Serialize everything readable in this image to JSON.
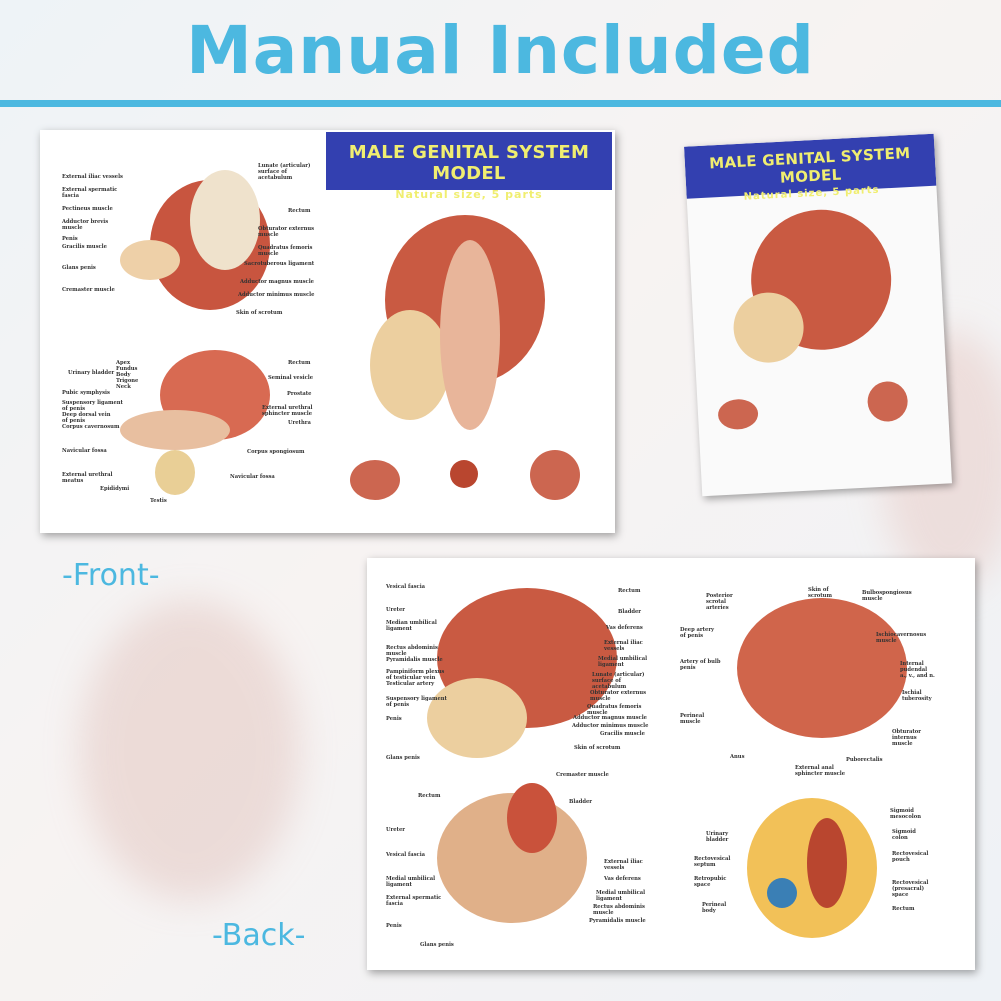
{
  "title": "Manual Included",
  "front_label": "-Front-",
  "back_label": "-Back-",
  "colors": {
    "accent": "#4cb8e0",
    "banner_bg": "#3340b0",
    "banner_text": "#f0ee70"
  },
  "front_page": {
    "banner_title": "MALE GENITAL SYSTEM MODEL",
    "banner_subtitle": "Natural size, 5 parts",
    "labels": [
      "External iliac vessels",
      "External spermatic\nfascia",
      "Pectineus muscle",
      "Adductor brevis\nmuscle",
      "Penis",
      "Gracilis muscle",
      "Glans penis",
      "Cremaster muscle",
      "Lunate (articular)\nsurface of\nacetabulum",
      "Rectum",
      "Obturator externus\nmuscle",
      "Quadratus femoris\nmuscle",
      "Sacrotuberous ligament",
      "Adductor magnus muscle",
      "Adductor minimus muscle",
      "Skin of scrotum",
      "Urinary bladder",
      "Apex\nFundus\nBody\nTrigone\nNeck",
      "Pubic symphysis",
      "Suspensory ligament\nof penis",
      "Deep dorsal vein\nof penis",
      "Corpus cavernosum",
      "Navicular fossa",
      "External urethral\nmeatus",
      "Epididymi",
      "Testis",
      "Rectum",
      "Seminal vesicle",
      "Prostate",
      "External urethral\nsphincter muscle",
      "Urethra",
      "Corpus spongiosum",
      "Navicular fossa"
    ]
  },
  "cover": {
    "banner_title": "MALE GENITAL SYSTEM MODEL",
    "banner_subtitle": "Natural size, 5 parts"
  },
  "back_page": {
    "labels": [
      "Vesical fascia",
      "Ureter",
      "Median umbilical\nligament",
      "Rectus abdominis\nmuscle",
      "Pyramidalis muscle",
      "Pampiniform plexus\nof testicular vein",
      "Testicular artery",
      "Suspensory ligament\nof penis",
      "Penis",
      "Glans penis",
      "Rectum",
      "Bladder",
      "Vas deferens",
      "External iliac\nvessels",
      "Medial umbilical\nligament",
      "Lunate (articular)\nsurface of\nacetabulum",
      "Obturator externus\nmuscle",
      "Quadratus femoris\nmuscle",
      "Adductor magnus muscle",
      "Adductor minimus muscle",
      "Gracilis muscle",
      "Skin of scrotum",
      "Cremaster muscle",
      "Rectum",
      "Bladder",
      "Ureter",
      "Vesical fascia",
      "Medial umbilical\nligament",
      "External spermatic\nfascia",
      "Penis",
      "Glans penis",
      "External iliac\nvessels",
      "Vas deferens",
      "Medial umbilical\nligament",
      "Rectus abdominis\nmuscle",
      "Pyramidalis muscle",
      "Posterior\nscrotal\narteries",
      "Skin of\nscrotum",
      "Bulbospongiosus\nmuscle",
      "Deep artery\nof penis",
      "Ischiocavernosus\nmuscle",
      "Artery of bulb\npenis",
      "Internal\npudendal\na., v., and n.",
      "Ischial\ntuberosity",
      "Perineal\nmuscle",
      "Obturator\ninternus\nmuscle",
      "Anus",
      "External anal\nsphincter muscle",
      "Puborectalis",
      "Sigmoid\nmesocolon",
      "Sigmoid\ncolon",
      "Urinary\nbladder",
      "Rectovesical\npouch",
      "Rectovesical\nseptum",
      "Retropubic\nspace",
      "Rectovesical\n(presacral)\nspace",
      "Perineal\nbody",
      "Rectum"
    ]
  }
}
